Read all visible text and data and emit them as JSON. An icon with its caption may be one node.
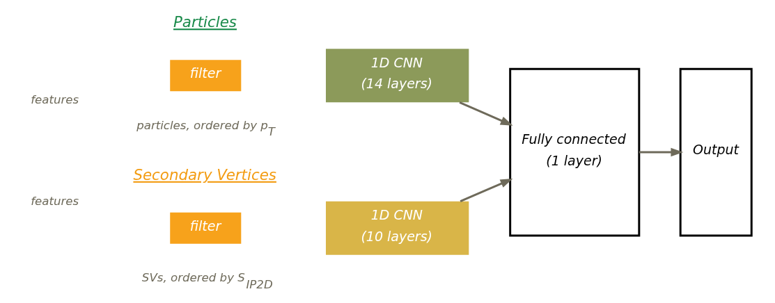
{
  "diagram": {
    "nodes": [
      {
        "text": [
          "filter"
        ]
      },
      {
        "text": [
          "filter"
        ]
      },
      {
        "text": [
          "1D CNN",
          "(14 layers)"
        ]
      },
      {
        "text": [
          "1D CNN",
          "(10 layers)"
        ]
      },
      {
        "text": [
          "Fully connected",
          "(1 layer)"
        ]
      },
      {
        "text": [
          "Output"
        ]
      }
    ],
    "edges": [
      {
        "from": 2,
        "to": 4,
        "arrow": "to"
      },
      {
        "from": 3,
        "to": 4,
        "arrow": "to"
      },
      {
        "from": 4,
        "to": 5,
        "arrow": "to"
      }
    ],
    "labels": [
      "Particles",
      "features",
      "particles, ordered by p$_{T}$",
      "Secondary Vertices",
      "features",
      "SVs, ordered by S$_{IP2D}$"
    ]
  }
}
